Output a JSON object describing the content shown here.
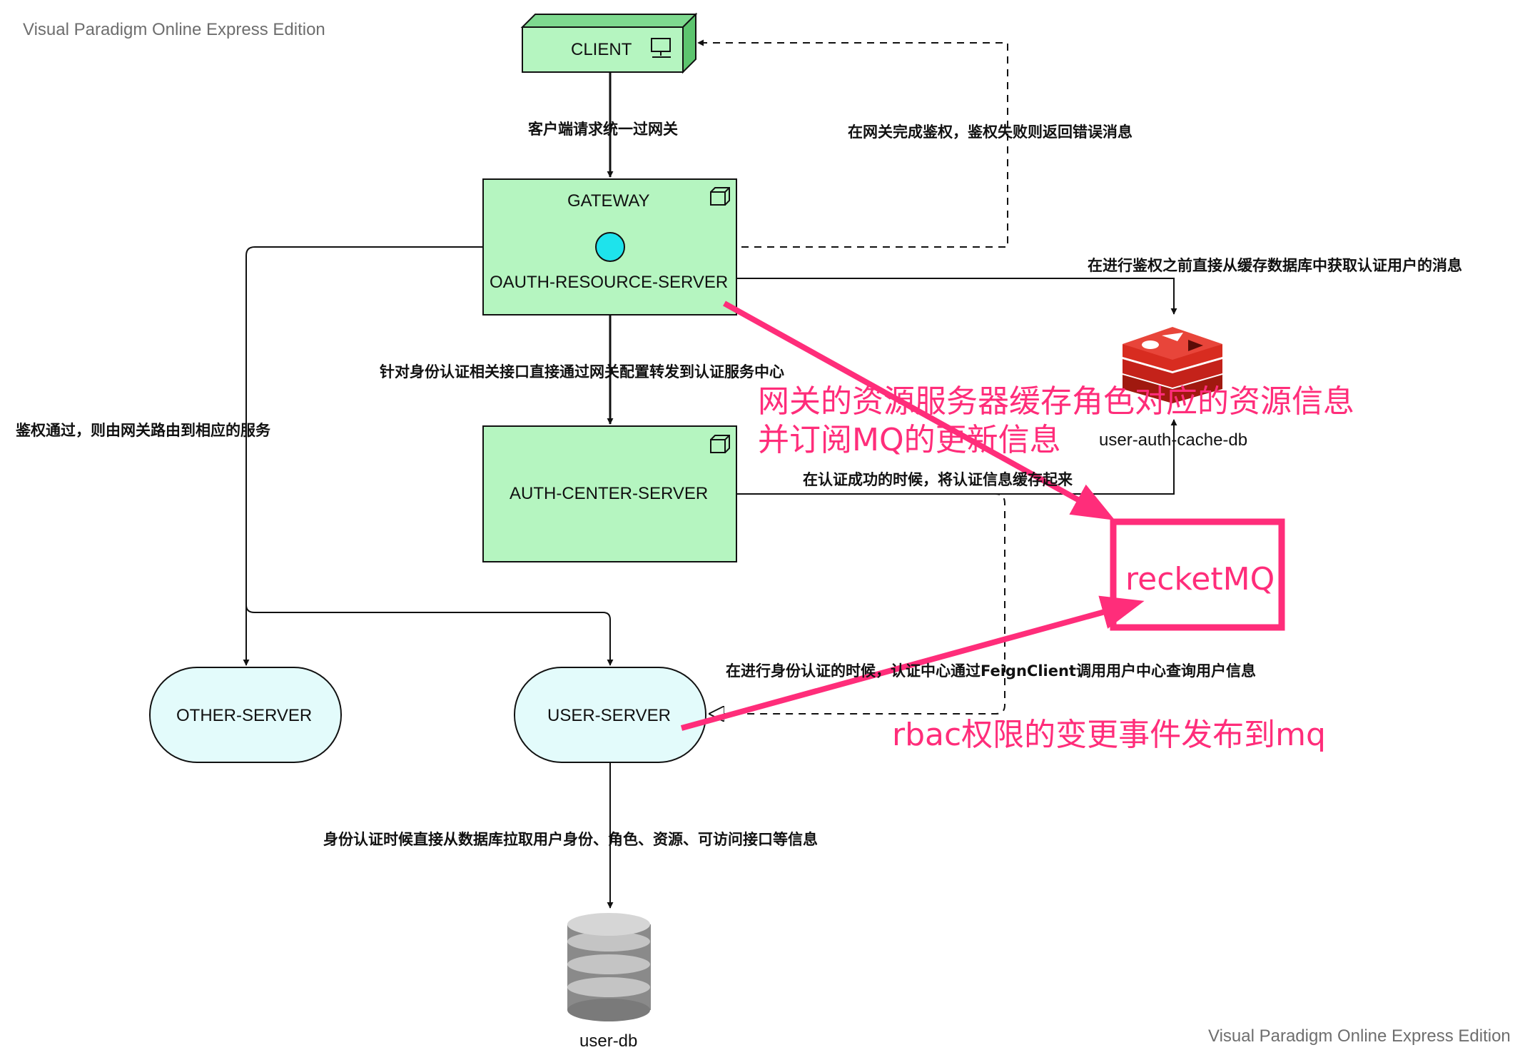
{
  "watermark": {
    "top_left": "Visual Paradigm Online Express Edition",
    "bottom_right": "Visual Paradigm Online Express Edition"
  },
  "nodes": {
    "client": "CLIENT",
    "gateway_title": "GATEWAY",
    "gateway_sub": "OAUTH-RESOURCE-SERVER",
    "auth_center": "AUTH-CENTER-SERVER",
    "other_server": "OTHER-SERVER",
    "user_server": "USER-SERVER",
    "cache_db": "user-auth-cache-db",
    "user_db": "user-db",
    "mq": "recketMQ"
  },
  "edge_labels": {
    "client_to_gateway": "客户端请求统一过网关",
    "gateway_reply": "在网关完成鉴权，鉴权失败则返回错误消息",
    "gateway_to_cache": "在进行鉴权之前直接从缓存数据库中获取认证用户的消息",
    "gateway_to_auth": "针对身份认证相关接口直接通过网关配置转发到认证服务中心",
    "gateway_to_services": "鉴权通过，则由网关路由到相应的服务",
    "auth_to_cache": "在认证成功的时候，将认证信息缓存起来",
    "auth_to_user": "在进行身份认证的时候，认证中心通过FeignClient调用用户中心查询用户信息",
    "user_to_db": "身份认证时候直接从数据库拉取用户身份、角色、资源、可访问接口等信息"
  },
  "annotations": {
    "gateway_note_line1": "网关的资源服务器缓存角色对应的资源信息",
    "gateway_note_line2": "并订阅MQ的更新信息",
    "rbac_note": "rbac权限的变更事件发布到mq"
  },
  "colors": {
    "node_green": "#b5f5c0",
    "node_green_dark": "#7ed98f",
    "node_cyan": "#e3fbfb",
    "annotation_pink": "#ff2d7a",
    "redis_red": "#d82c20",
    "interface_cyan": "#1ee3ec"
  }
}
